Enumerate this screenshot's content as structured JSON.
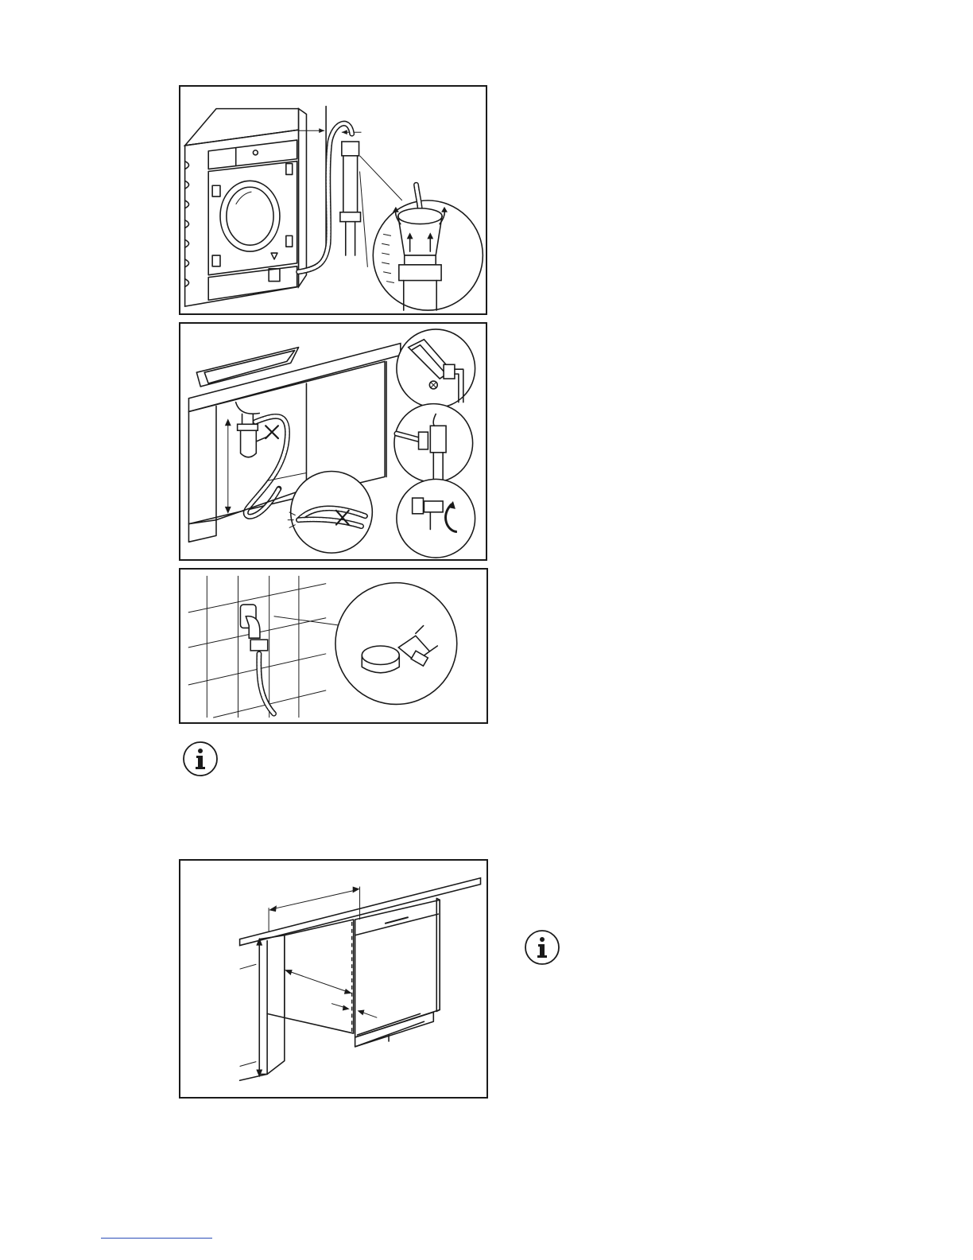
{
  "page": {
    "background": "#ffffff",
    "line_color": "#1a1a1a",
    "rule_color": "#2b4db8"
  },
  "figures": [
    {
      "id": "fig1",
      "subject": "drain-hose-standpipe-illustration"
    },
    {
      "id": "fig2",
      "subject": "drain-hose-sink-trap-illustration"
    },
    {
      "id": "fig3",
      "subject": "water-inlet-hose-tap-illustration"
    },
    {
      "id": "fig4",
      "subject": "built-in-cabinet-dimensions-illustration"
    }
  ],
  "icons": {
    "info_1": "info-icon",
    "info_2": "info-icon"
  }
}
